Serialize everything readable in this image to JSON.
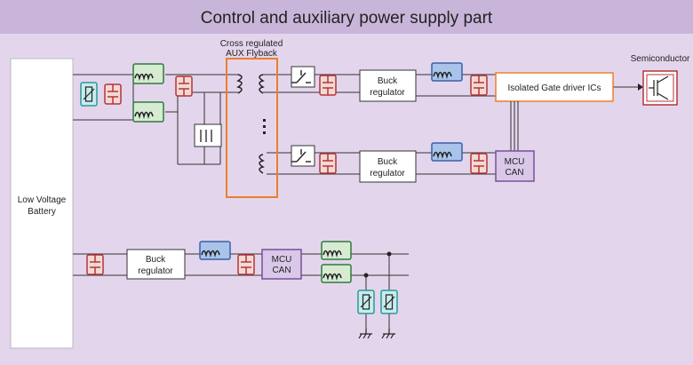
{
  "header": {
    "title": "Control and auxiliary power supply part"
  },
  "labels": {
    "battery_line1": "Low Voltage",
    "battery_line2": "Battery",
    "flyback_line1": "Cross regulated",
    "flyback_line2": "AUX Flyback",
    "buck_line1": "Buck",
    "buck_line2": "regulator",
    "gate_driver": "Isolated Gate driver ICs",
    "semiconductor": "Semiconductor",
    "mcu_line1": "MCU",
    "mcu_line2": "CAN"
  },
  "colors": {
    "header_bg": "#c9b5da",
    "body_bg": "#e3d6ec",
    "wire": "#333333",
    "flyback_orange": "#ef7d2c",
    "capacitor_red": "#b5343a",
    "capacitor_fill": "#f3d9d3",
    "inductor_green": "#2f7a3e",
    "inductor_fill": "#d7ebd3",
    "inductor_blue": "#3b5fa8",
    "inductor_blue_fill": "#a9c3ea",
    "tvs_teal": "#2a9a9a",
    "tvs_fill": "#c8ecec",
    "mcu_purple": "#7a4f9a",
    "mcu_fill": "#d9c8e8",
    "semiconductor_red": "#b5343a"
  },
  "icons": [
    "capacitor-icon",
    "inductor-icon",
    "tvs-diode-icon",
    "switch-icon",
    "transformer-winding-icon",
    "ground-icon",
    "arrow-icon"
  ]
}
